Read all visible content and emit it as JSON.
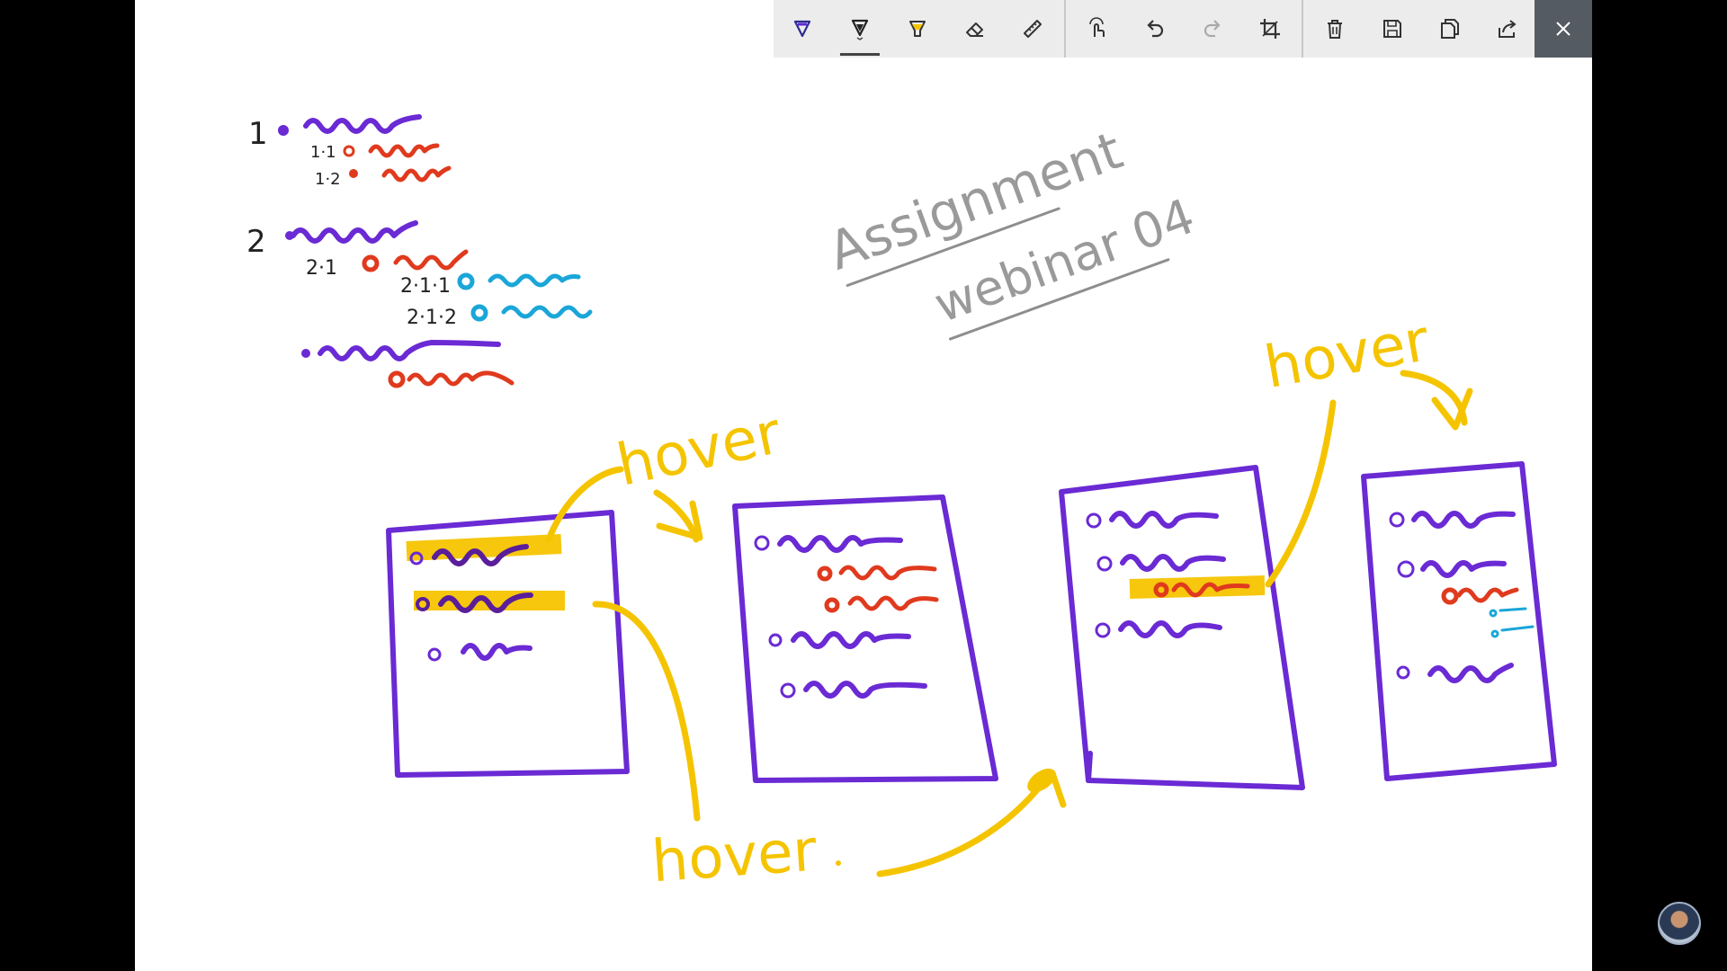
{
  "window": {
    "title": "Screen sketch"
  },
  "toolbar": {
    "tools": [
      {
        "name": "ballpoint-pen",
        "label": "Ballpoint pen"
      },
      {
        "name": "pencil",
        "label": "Pencil"
      },
      {
        "name": "highlighter",
        "label": "Highlighter"
      },
      {
        "name": "eraser",
        "label": "Eraser"
      },
      {
        "name": "ruler",
        "label": "Ruler"
      },
      {
        "name": "touch-writing",
        "label": "Touch writing"
      },
      {
        "name": "undo",
        "label": "Undo"
      },
      {
        "name": "redo",
        "label": "Redo"
      },
      {
        "name": "crop",
        "label": "Crop"
      },
      {
        "name": "delete",
        "label": "Delete"
      },
      {
        "name": "save",
        "label": "Save"
      },
      {
        "name": "copy",
        "label": "Copy"
      },
      {
        "name": "share",
        "label": "Share"
      },
      {
        "name": "close",
        "label": "Close"
      }
    ],
    "active_tool": "pencil",
    "disabled_tool": "redo"
  },
  "colors": {
    "ink_purple": "#6a2ad4",
    "ink_red": "#e03a1e",
    "ink_blue": "#1aa6d8",
    "ink_yellow": "#f5c400",
    "ink_gray": "#8e8e8e",
    "ink_black": "#222222",
    "toolbar_bg": "#ececec",
    "close_bg": "#555b63"
  },
  "sketch": {
    "title_line1": "Assignment",
    "title_line2": "webinar 04",
    "list_labels": [
      "1",
      "1·1",
      "1·2",
      "2",
      "2·1",
      "2·1·1",
      "2·1·2"
    ],
    "hover_label": "hover"
  }
}
